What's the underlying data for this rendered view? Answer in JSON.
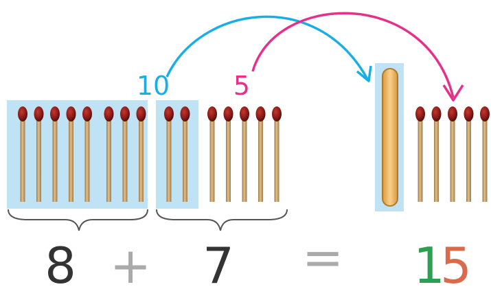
{
  "equation": {
    "addend1": "8",
    "plus": "+",
    "addend2": "7",
    "equals": "=",
    "result_tens": "1",
    "result_ones": "5"
  },
  "annotations": {
    "ten_label": "10",
    "five_label": "5"
  },
  "groups": {
    "first_addend_matches": 8,
    "second_addend_matches": 7,
    "moved_to_make_ten": 2,
    "remaining_ones": 5,
    "tens_bundles": 1
  },
  "colors": {
    "ten_arrow": "#1aaee6",
    "five_arrow": "#e6308a",
    "highlight": "#bfe3f5",
    "tens_digit": "#2aa050",
    "ones_digit": "#d96a4a",
    "operand_text": "#333333",
    "operator_text": "#aaaaaa",
    "match_head": "#8b1a1a",
    "match_stick": "#c8a064"
  }
}
